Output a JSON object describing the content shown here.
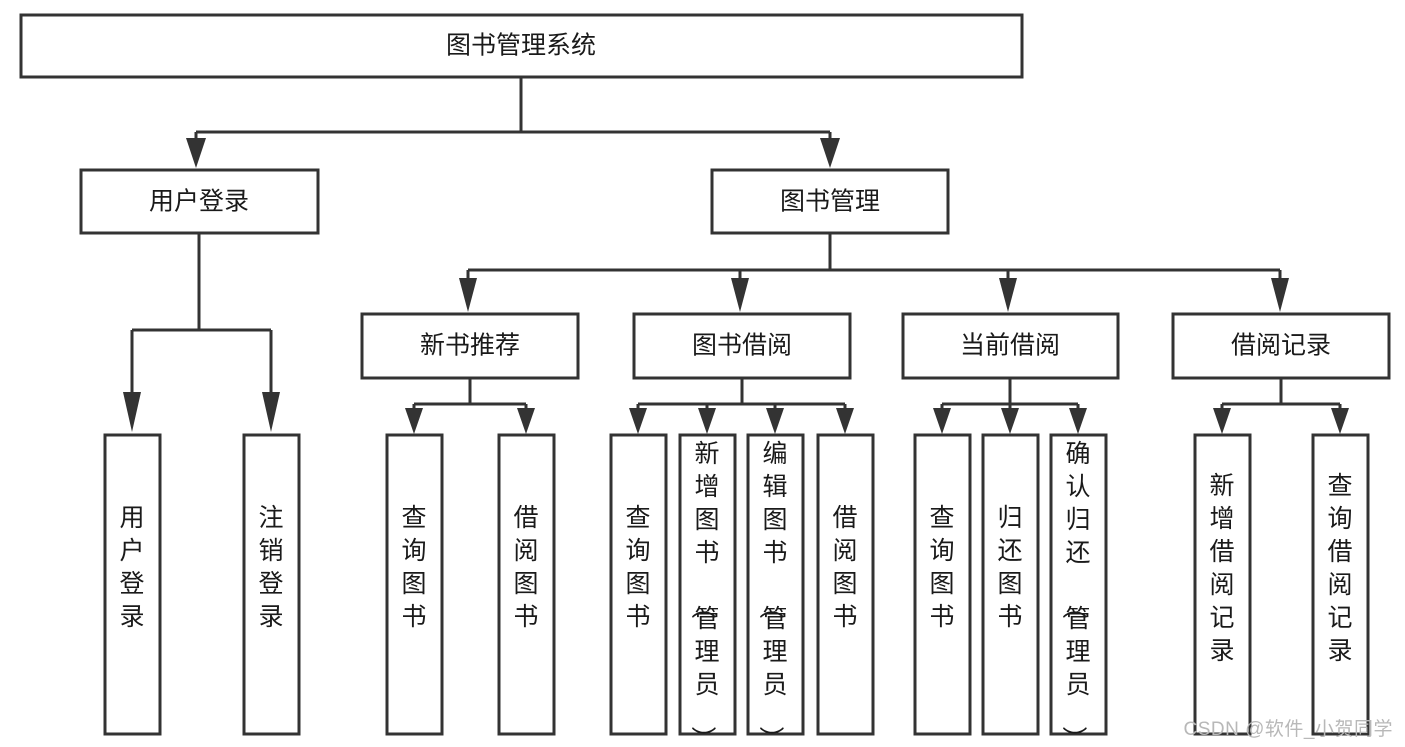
{
  "diagram": {
    "title_node": {
      "label": "图书管理系统"
    },
    "level2": [
      {
        "id": "user-login",
        "label": "用户登录"
      },
      {
        "id": "book-management",
        "label": "图书管理"
      }
    ],
    "level3": [
      {
        "id": "new-book-recommend",
        "label": "新书推荐"
      },
      {
        "id": "book-borrow",
        "label": "图书借阅"
      },
      {
        "id": "current-borrow",
        "label": "当前借阅"
      },
      {
        "id": "borrow-record",
        "label": "借阅记录"
      }
    ],
    "leaves": {
      "user_login": [
        {
          "id": "leaf-user-login",
          "label": "用户登录"
        },
        {
          "id": "leaf-logout-login",
          "label": "注销登录"
        }
      ],
      "new_book_recommend": [
        {
          "id": "leaf-query-book-1",
          "label": "查询图书"
        },
        {
          "id": "leaf-borrow-book-1",
          "label": "借阅图书"
        }
      ],
      "book_borrow": [
        {
          "id": "leaf-query-book-2",
          "label": "查询图书"
        },
        {
          "id": "leaf-add-book",
          "label": "新增图书（管理员）"
        },
        {
          "id": "leaf-edit-book",
          "label": "编辑图书（管理员）"
        },
        {
          "id": "leaf-borrow-book-2",
          "label": "借阅图书"
        }
      ],
      "current_borrow": [
        {
          "id": "leaf-query-book-3",
          "label": "查询图书"
        },
        {
          "id": "leaf-return-book",
          "label": "归还图书"
        },
        {
          "id": "leaf-confirm-return",
          "label": "确认归还（管理员）"
        }
      ],
      "borrow_record": [
        {
          "id": "leaf-add-record",
          "label": "新增借阅记录"
        },
        {
          "id": "leaf-query-record",
          "label": "查询借阅记录"
        }
      ]
    }
  },
  "watermark": {
    "text": "CSDN @软件_小贺同学"
  },
  "colors": {
    "stroke": "#333333",
    "fill": "#ffffff",
    "text": "#1a1a1a",
    "watermark": "#b8b8b8"
  },
  "chart_data": {
    "type": "diagram",
    "subtype": "tree-hierarchy",
    "title": "图书管理系统",
    "orientation": "top-down",
    "nodes": [
      {
        "id": "root",
        "label": "图书管理系统",
        "level": 0,
        "text_orientation": "horizontal"
      },
      {
        "id": "user-login",
        "label": "用户登录",
        "level": 1,
        "text_orientation": "horizontal"
      },
      {
        "id": "book-management",
        "label": "图书管理",
        "level": 1,
        "text_orientation": "horizontal"
      },
      {
        "id": "new-book-recommend",
        "label": "新书推荐",
        "level": 2,
        "text_orientation": "horizontal"
      },
      {
        "id": "book-borrow",
        "label": "图书借阅",
        "level": 2,
        "text_orientation": "horizontal"
      },
      {
        "id": "current-borrow",
        "label": "当前借阅",
        "level": 2,
        "text_orientation": "horizontal"
      },
      {
        "id": "borrow-record",
        "label": "借阅记录",
        "level": 2,
        "text_orientation": "horizontal"
      },
      {
        "id": "leaf-user-login",
        "label": "用户登录",
        "level": 3,
        "text_orientation": "vertical"
      },
      {
        "id": "leaf-logout-login",
        "label": "注销登录",
        "level": 3,
        "text_orientation": "vertical"
      },
      {
        "id": "leaf-query-book-1",
        "label": "查询图书",
        "level": 3,
        "text_orientation": "vertical"
      },
      {
        "id": "leaf-borrow-book-1",
        "label": "借阅图书",
        "level": 3,
        "text_orientation": "vertical"
      },
      {
        "id": "leaf-query-book-2",
        "label": "查询图书",
        "level": 3,
        "text_orientation": "vertical"
      },
      {
        "id": "leaf-add-book",
        "label": "新增图书（管理员）",
        "level": 3,
        "text_orientation": "vertical"
      },
      {
        "id": "leaf-edit-book",
        "label": "编辑图书（管理员）",
        "level": 3,
        "text_orientation": "vertical"
      },
      {
        "id": "leaf-borrow-book-2",
        "label": "借阅图书",
        "level": 3,
        "text_orientation": "vertical"
      },
      {
        "id": "leaf-query-book-3",
        "label": "查询图书",
        "level": 3,
        "text_orientation": "vertical"
      },
      {
        "id": "leaf-return-book",
        "label": "归还图书",
        "level": 3,
        "text_orientation": "vertical"
      },
      {
        "id": "leaf-confirm-return",
        "label": "确认归还（管理员）",
        "level": 3,
        "text_orientation": "vertical"
      },
      {
        "id": "leaf-add-record",
        "label": "新增借阅记录",
        "level": 3,
        "text_orientation": "vertical"
      },
      {
        "id": "leaf-query-record",
        "label": "查询借阅记录",
        "level": 3,
        "text_orientation": "vertical"
      }
    ],
    "edges": [
      {
        "from": "root",
        "to": "user-login"
      },
      {
        "from": "root",
        "to": "book-management"
      },
      {
        "from": "book-management",
        "to": "new-book-recommend"
      },
      {
        "from": "book-management",
        "to": "book-borrow"
      },
      {
        "from": "book-management",
        "to": "current-borrow"
      },
      {
        "from": "book-management",
        "to": "borrow-record"
      },
      {
        "from": "user-login",
        "to": "leaf-user-login"
      },
      {
        "from": "user-login",
        "to": "leaf-logout-login"
      },
      {
        "from": "new-book-recommend",
        "to": "leaf-query-book-1"
      },
      {
        "from": "new-book-recommend",
        "to": "leaf-borrow-book-1"
      },
      {
        "from": "book-borrow",
        "to": "leaf-query-book-2"
      },
      {
        "from": "book-borrow",
        "to": "leaf-add-book"
      },
      {
        "from": "book-borrow",
        "to": "leaf-edit-book"
      },
      {
        "from": "book-borrow",
        "to": "leaf-borrow-book-2"
      },
      {
        "from": "current-borrow",
        "to": "leaf-query-book-3"
      },
      {
        "from": "current-borrow",
        "to": "leaf-return-book"
      },
      {
        "from": "current-borrow",
        "to": "leaf-confirm-return"
      },
      {
        "from": "borrow-record",
        "to": "leaf-add-record"
      },
      {
        "from": "borrow-record",
        "to": "leaf-query-record"
      }
    ]
  }
}
